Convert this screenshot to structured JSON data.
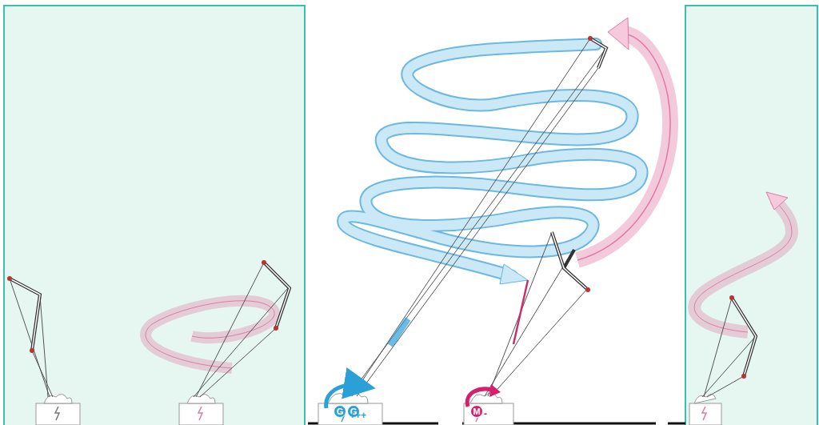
{
  "diagram": {
    "nodes": [
      {
        "text": [
          "G"
        ]
      },
      {
        "text": [
          "G"
        ]
      },
      {
        "text": [
          "M"
        ]
      }
    ],
    "labels": [
      "+++",
      "-"
    ]
  }
}
